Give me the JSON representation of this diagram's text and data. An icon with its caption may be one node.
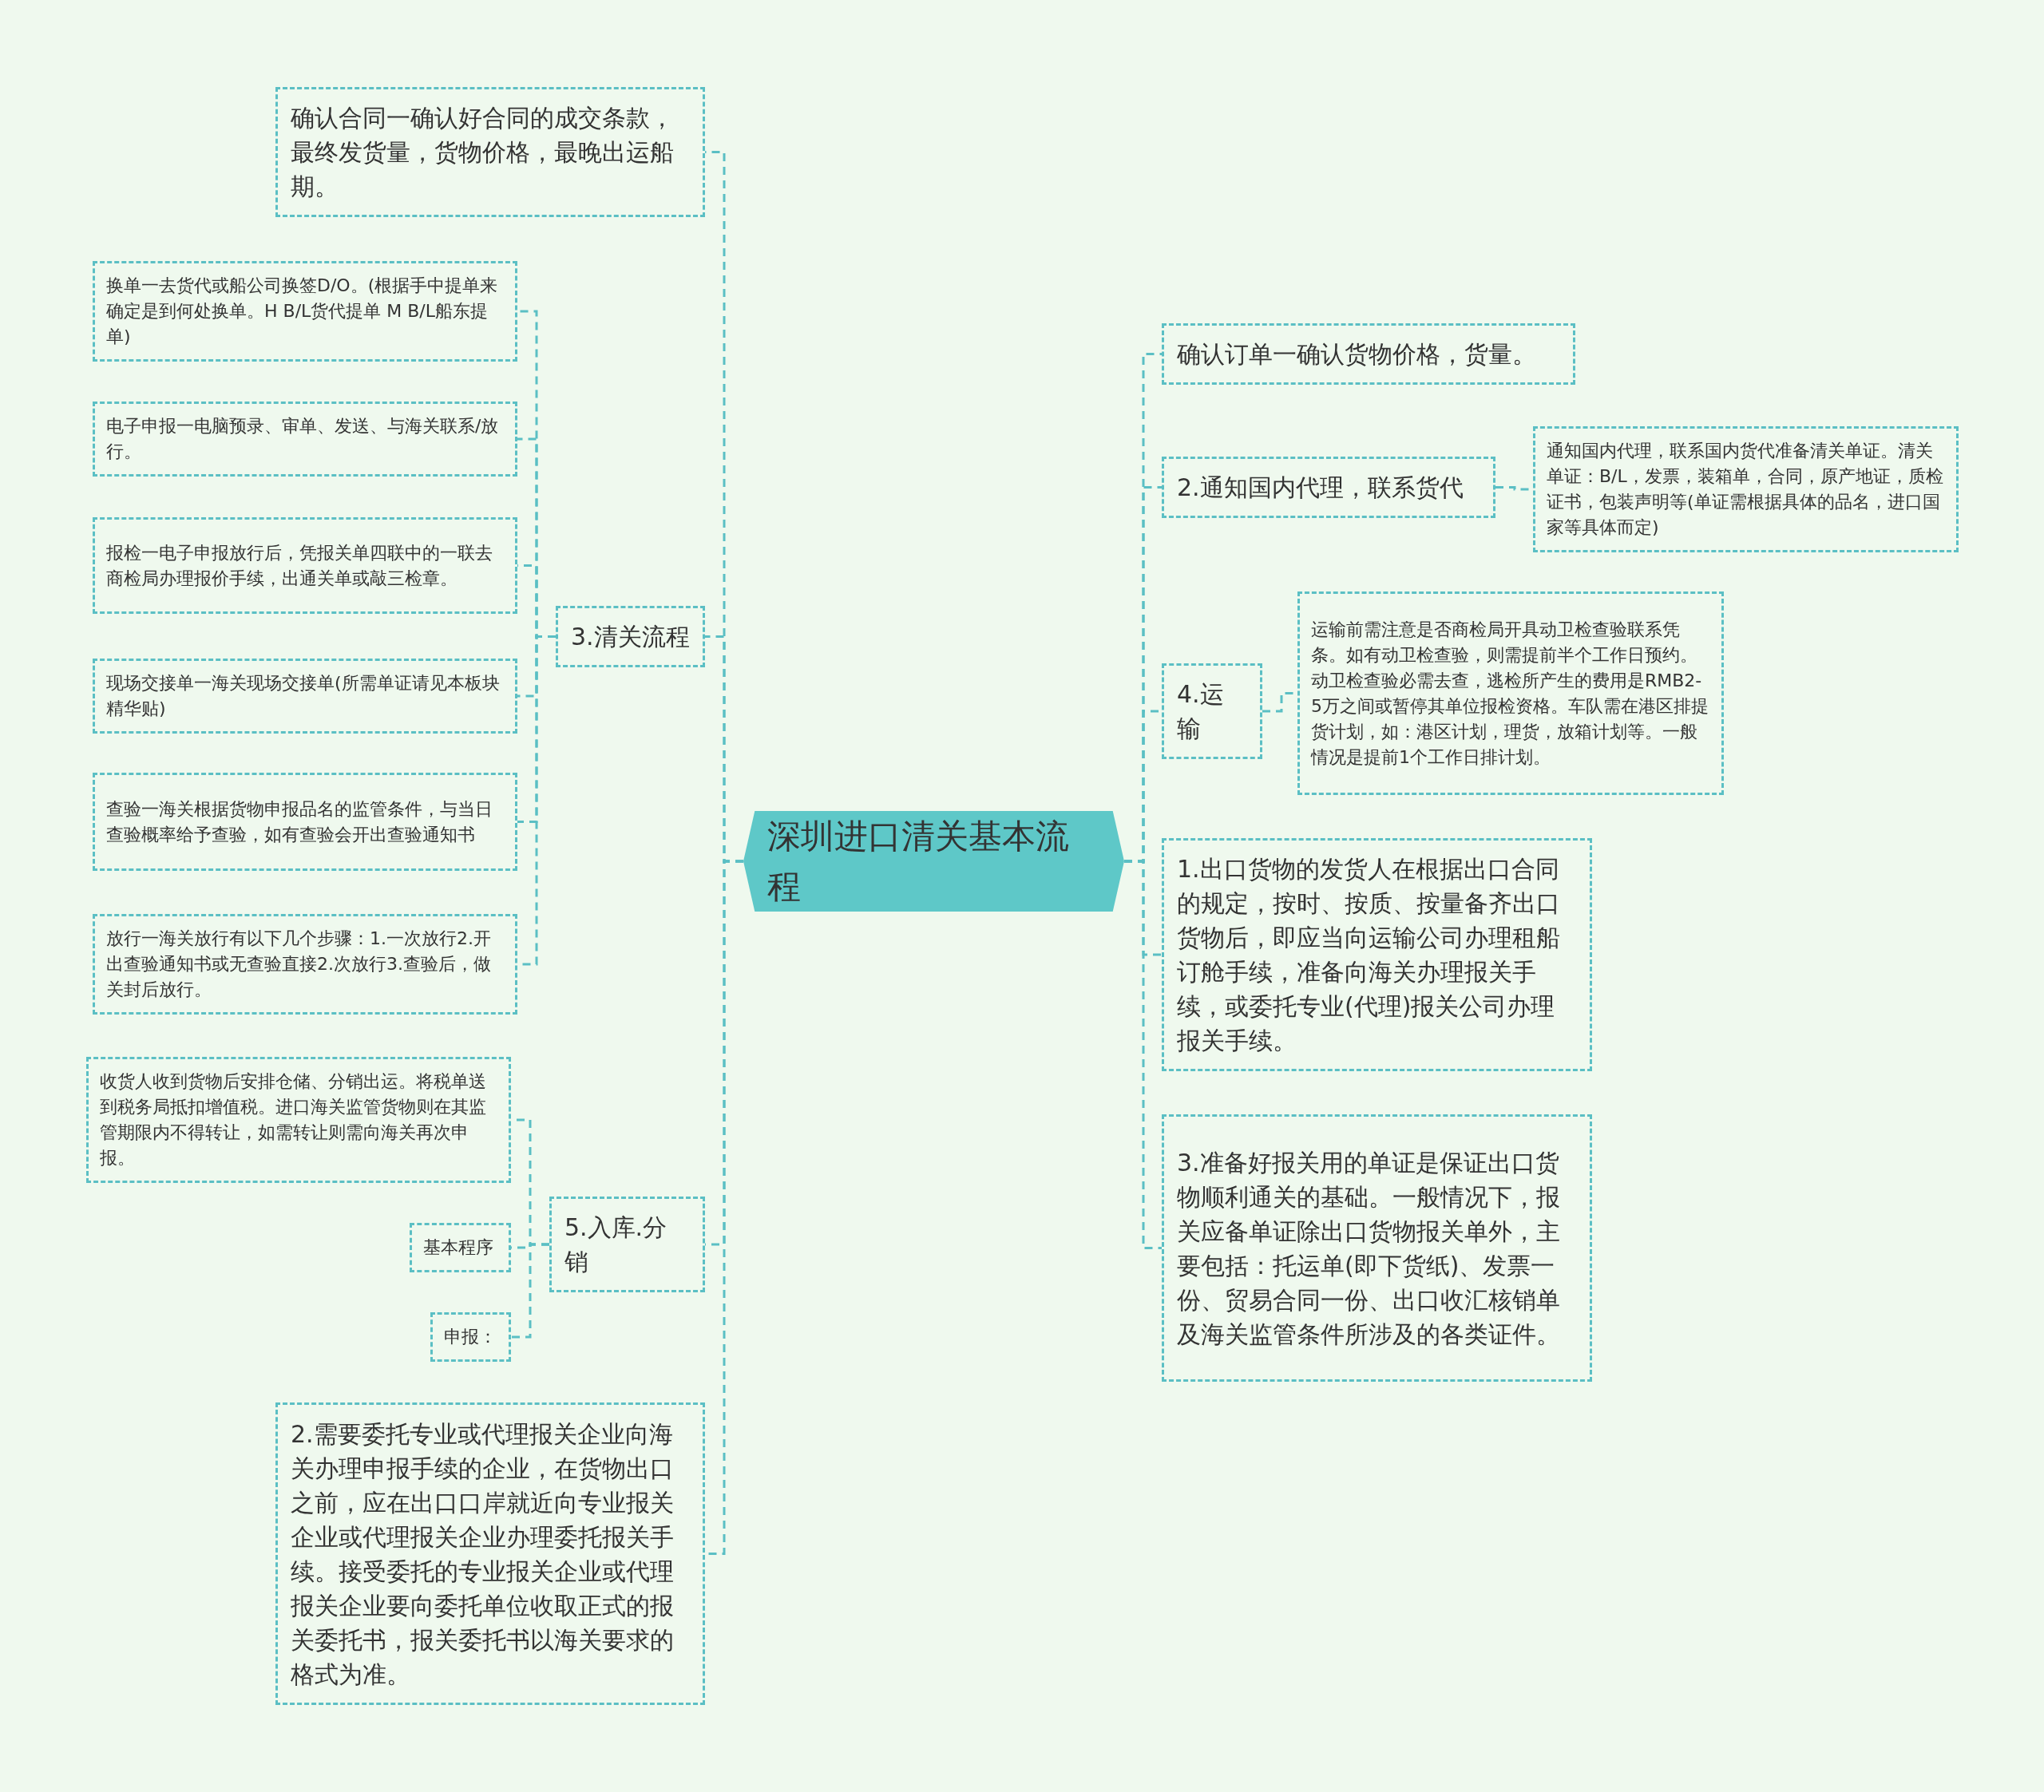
{
  "diagram": {
    "nodes": [
      {
        "text": [
          "深圳进口清关基本流程"
        ]
      },
      {
        "text": [
          "确认合同一确认好合同的成交条款，最终发货量，货物价格，最晚出运船期。"
        ]
      },
      {
        "text": [
          "3.清关流程"
        ]
      },
      {
        "text": [
          "换单一去货代或船公司换签D/O。(根据手中提单来确定是到何处换单。H B/L货代提单 M B/L船东提单)"
        ]
      },
      {
        "text": [
          "电子申报一电脑预录、审单、发送、与海关联系/放行。"
        ]
      },
      {
        "text": [
          "报检一电子申报放行后，凭报关单四联中的一联去商检局办理报价手续，出通关单或敲三检章。"
        ]
      },
      {
        "text": [
          "现场交接单一海关现场交接单(所需单证请见本板块精华贴)"
        ]
      },
      {
        "text": [
          "查验一海关根据货物申报品名的监管条件，与当日查验概率给予查验，如有查验会开出查验通知书"
        ]
      },
      {
        "text": [
          "放行一海关放行有以下几个步骤：1.一次放行2.开出查验通知书或无查验直接2.次放行3.查验后，做关封后放行。"
        ]
      },
      {
        "text": [
          "5.入库.分销"
        ]
      },
      {
        "text": [
          "收货人收到货物后安排仓储、分销出运。将税单送到税务局抵扣增值税。进口海关监管货物则在其监管期限内不得转让，如需转让则需向海关再次申报。"
        ]
      },
      {
        "text": [
          "基本程序"
        ]
      },
      {
        "text": [
          "申报："
        ]
      },
      {
        "text": [
          "2.需要委托专业或代理报关企业向海关办理申报手续的企业，在货物出口之前，应在出口口岸就近向专业报关企业或代理报关企业办理委托报关手续。接受委托的专业报关企业或代理报关企业要向委托单位收取正式的报关委托书，报关委托书以海关要求的格式为准。"
        ]
      },
      {
        "text": [
          "确认订单一确认货物价格，货量。"
        ]
      },
      {
        "text": [
          "2.通知国内代理，联系货代"
        ]
      },
      {
        "text": [
          "通知国内代理，联系国内货代准备清关单证。清关单证：B/L，发票，装箱单，合同，原产地证，质检证书，包装声明等(单证需根据具体的品名，进口国家等具体而定)"
        ]
      },
      {
        "text": [
          "4.运输"
        ]
      },
      {
        "text": [
          "运输前需注意是否商检局开具动卫检查验联系凭条。如有动卫检查验，则需提前半个工作日预约。动卫检查验必需去查，逃检所产生的费用是RMB2-5万之间或暂停其单位报检资格。车队需在港区排提货计划，如：港区计划，理货，放箱计划等。一般情况是提前1个工作日排计划。"
        ]
      },
      {
        "text": [
          "1.出口货物的发货人在根据出口合同的规定，按时、按质、按量备齐出口货物后，即应当向运输公司办理租船订舱手续，准备向海关办理报关手续，或委托专业(代理)报关公司办理报关手续。"
        ]
      },
      {
        "text": [
          "3.准备好报关用的单证是保证出口货物顺利通关的基础。一般情况下，报关应备单证除出口货物报关单外，主要包括：托运单(即下货纸)、发票一份、贸易合同一份、出口收汇核销单及海关监管条件所涉及的各类证件。"
        ]
      }
    ],
    "edges": [
      {
        "from": 0,
        "to": 1,
        "arrow": "none"
      },
      {
        "from": 0,
        "to": 2,
        "arrow": "none"
      },
      {
        "from": 2,
        "to": 3,
        "arrow": "none"
      },
      {
        "from": 2,
        "to": 4,
        "arrow": "none"
      },
      {
        "from": 2,
        "to": 5,
        "arrow": "none"
      },
      {
        "from": 2,
        "to": 6,
        "arrow": "none"
      },
      {
        "from": 2,
        "to": 7,
        "arrow": "none"
      },
      {
        "from": 2,
        "to": 8,
        "arrow": "none"
      },
      {
        "from": 0,
        "to": 9,
        "arrow": "none"
      },
      {
        "from": 9,
        "to": 10,
        "arrow": "none"
      },
      {
        "from": 9,
        "to": 11,
        "arrow": "none"
      },
      {
        "from": 9,
        "to": 12,
        "arrow": "none"
      },
      {
        "from": 0,
        "to": 13,
        "arrow": "none"
      },
      {
        "from": 0,
        "to": 14,
        "arrow": "none"
      },
      {
        "from": 0,
        "to": 15,
        "arrow": "none"
      },
      {
        "from": 15,
        "to": 16,
        "arrow": "none"
      },
      {
        "from": 0,
        "to": 17,
        "arrow": "none"
      },
      {
        "from": 17,
        "to": 18,
        "arrow": "none"
      },
      {
        "from": 0,
        "to": 19,
        "arrow": "none"
      },
      {
        "from": 0,
        "to": 20,
        "arrow": "none"
      }
    ]
  }
}
